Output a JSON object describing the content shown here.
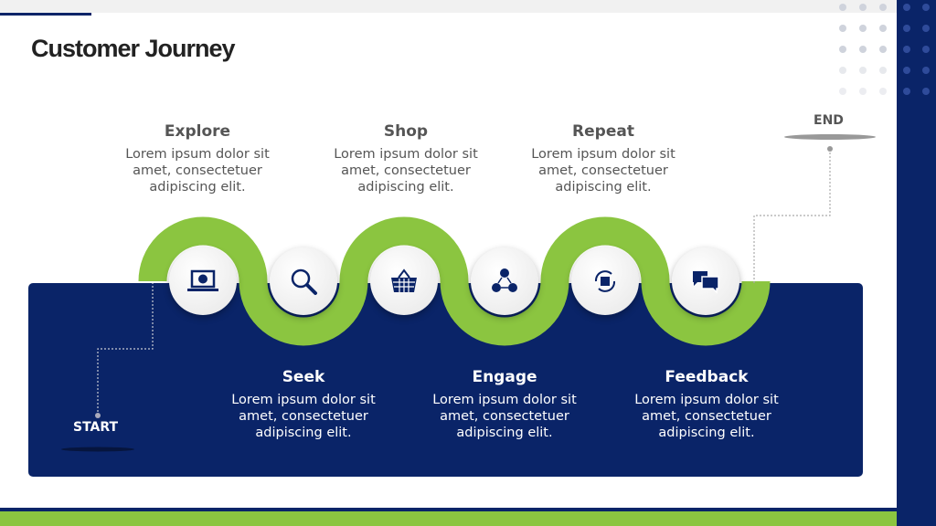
{
  "title": "Customer Journey",
  "start_label": "START",
  "end_label": "END",
  "steps": [
    {
      "title": "Explore",
      "text": "Lorem ipsum dolor sit amet, consectetuer adipiscing elit.",
      "icon": "laptop-globe-icon"
    },
    {
      "title": "Seek",
      "text": "Lorem ipsum dolor sit amet, consectetuer adipiscing elit.",
      "icon": "search-icon"
    },
    {
      "title": "Shop",
      "text": "Lorem ipsum dolor sit amet, consectetuer adipiscing elit.",
      "icon": "basket-icon"
    },
    {
      "title": "Engage",
      "text": "Lorem ipsum dolor sit amet, consectetuer adipiscing elit.",
      "icon": "network-users-icon"
    },
    {
      "title": "Repeat",
      "text": "Lorem ipsum dolor sit amet, consectetuer adipiscing elit.",
      "icon": "repeat-box-icon"
    },
    {
      "title": "Feedback",
      "text": "Lorem ipsum dolor sit amet, consectetuer adipiscing elit.",
      "icon": "chat-bubbles-icon"
    }
  ],
  "colors": {
    "navy": "#0a2468",
    "green": "#8bc540"
  }
}
